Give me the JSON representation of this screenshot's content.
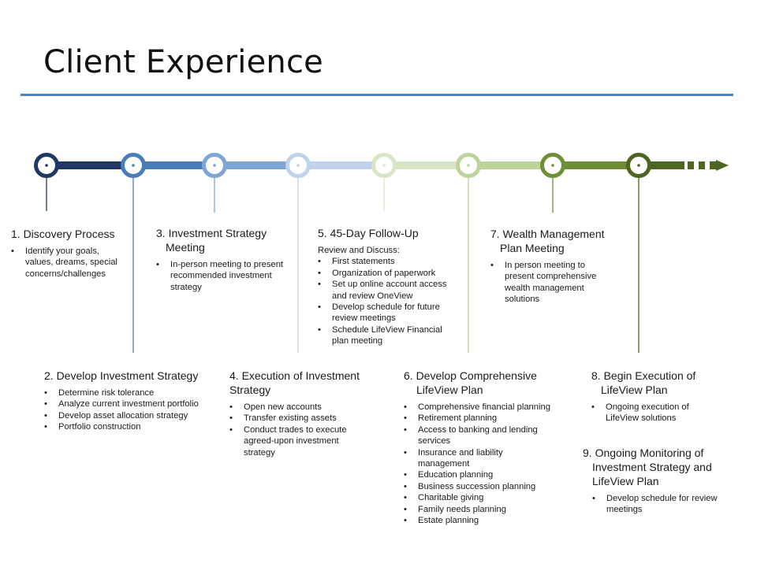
{
  "title": "Client Experience",
  "colors": {
    "rule": "#4f81bd",
    "nodes": [
      "#1f3864",
      "#4a7ebb",
      "#7fa4d6",
      "#c0d2ec",
      "#d9e6c6",
      "#bcd49a",
      "#6e8f35",
      "#4d6622"
    ],
    "arrow": "#4d6622"
  },
  "steps": [
    {
      "line1": "1. Discovery Process",
      "line2": "",
      "intro": "",
      "bullets": [
        "Identify your goals, values, dreams, special concerns/challenges"
      ]
    },
    {
      "line1": "2. Develop Investment Strategy",
      "line2": "",
      "intro": "",
      "bullets": [
        "Determine risk tolerance",
        "Analyze current investment portfolio",
        "Develop asset allocation strategy",
        "Portfolio construction"
      ]
    },
    {
      "line1": "3. Investment Strategy",
      "line2": "Meeting",
      "intro": "",
      "bullets": [
        "In-person meeting to present recommended investment strategy"
      ]
    },
    {
      "line1": "4. Execution of Investment",
      "line2": "Strategy",
      "intro": "",
      "bullets": [
        "Open new accounts",
        "Transfer existing assets",
        "Conduct trades to execute agreed-upon investment strategy"
      ]
    },
    {
      "line1": "5. 45-Day Follow-Up",
      "line2": "",
      "intro": "Review and Discuss:",
      "bullets": [
        "First statements",
        "Organization of paperwork",
        "Set up online account access and review OneView",
        "Develop schedule for future review meetings",
        "Schedule LifeView Financial plan meeting"
      ]
    },
    {
      "line1": "6. Develop Comprehensive",
      "line2": "LifeView Plan",
      "intro": "",
      "bullets": [
        "Comprehensive financial planning",
        "Retirement planning",
        "Access to banking and lending services",
        "Insurance and liability management",
        "Education planning",
        "Business succession planning",
        "Charitable giving",
        "Family needs planning",
        "Estate planning"
      ]
    },
    {
      "line1": "7. Wealth Management",
      "line2": "Plan Meeting",
      "intro": "",
      "bullets": [
        "In person meeting to present comprehensive wealth management solutions"
      ]
    },
    {
      "line1": "8. Begin Execution of",
      "line2": "LifeView Plan",
      "intro": "",
      "bullets": [
        "Ongoing execution of LifeView solutions"
      ]
    },
    {
      "line1": "9. Ongoing Monitoring of",
      "line2": "Investment Strategy and",
      "line3": "LifeView Plan",
      "intro": "",
      "bullets": [
        "Develop schedule for review meetings"
      ]
    }
  ]
}
